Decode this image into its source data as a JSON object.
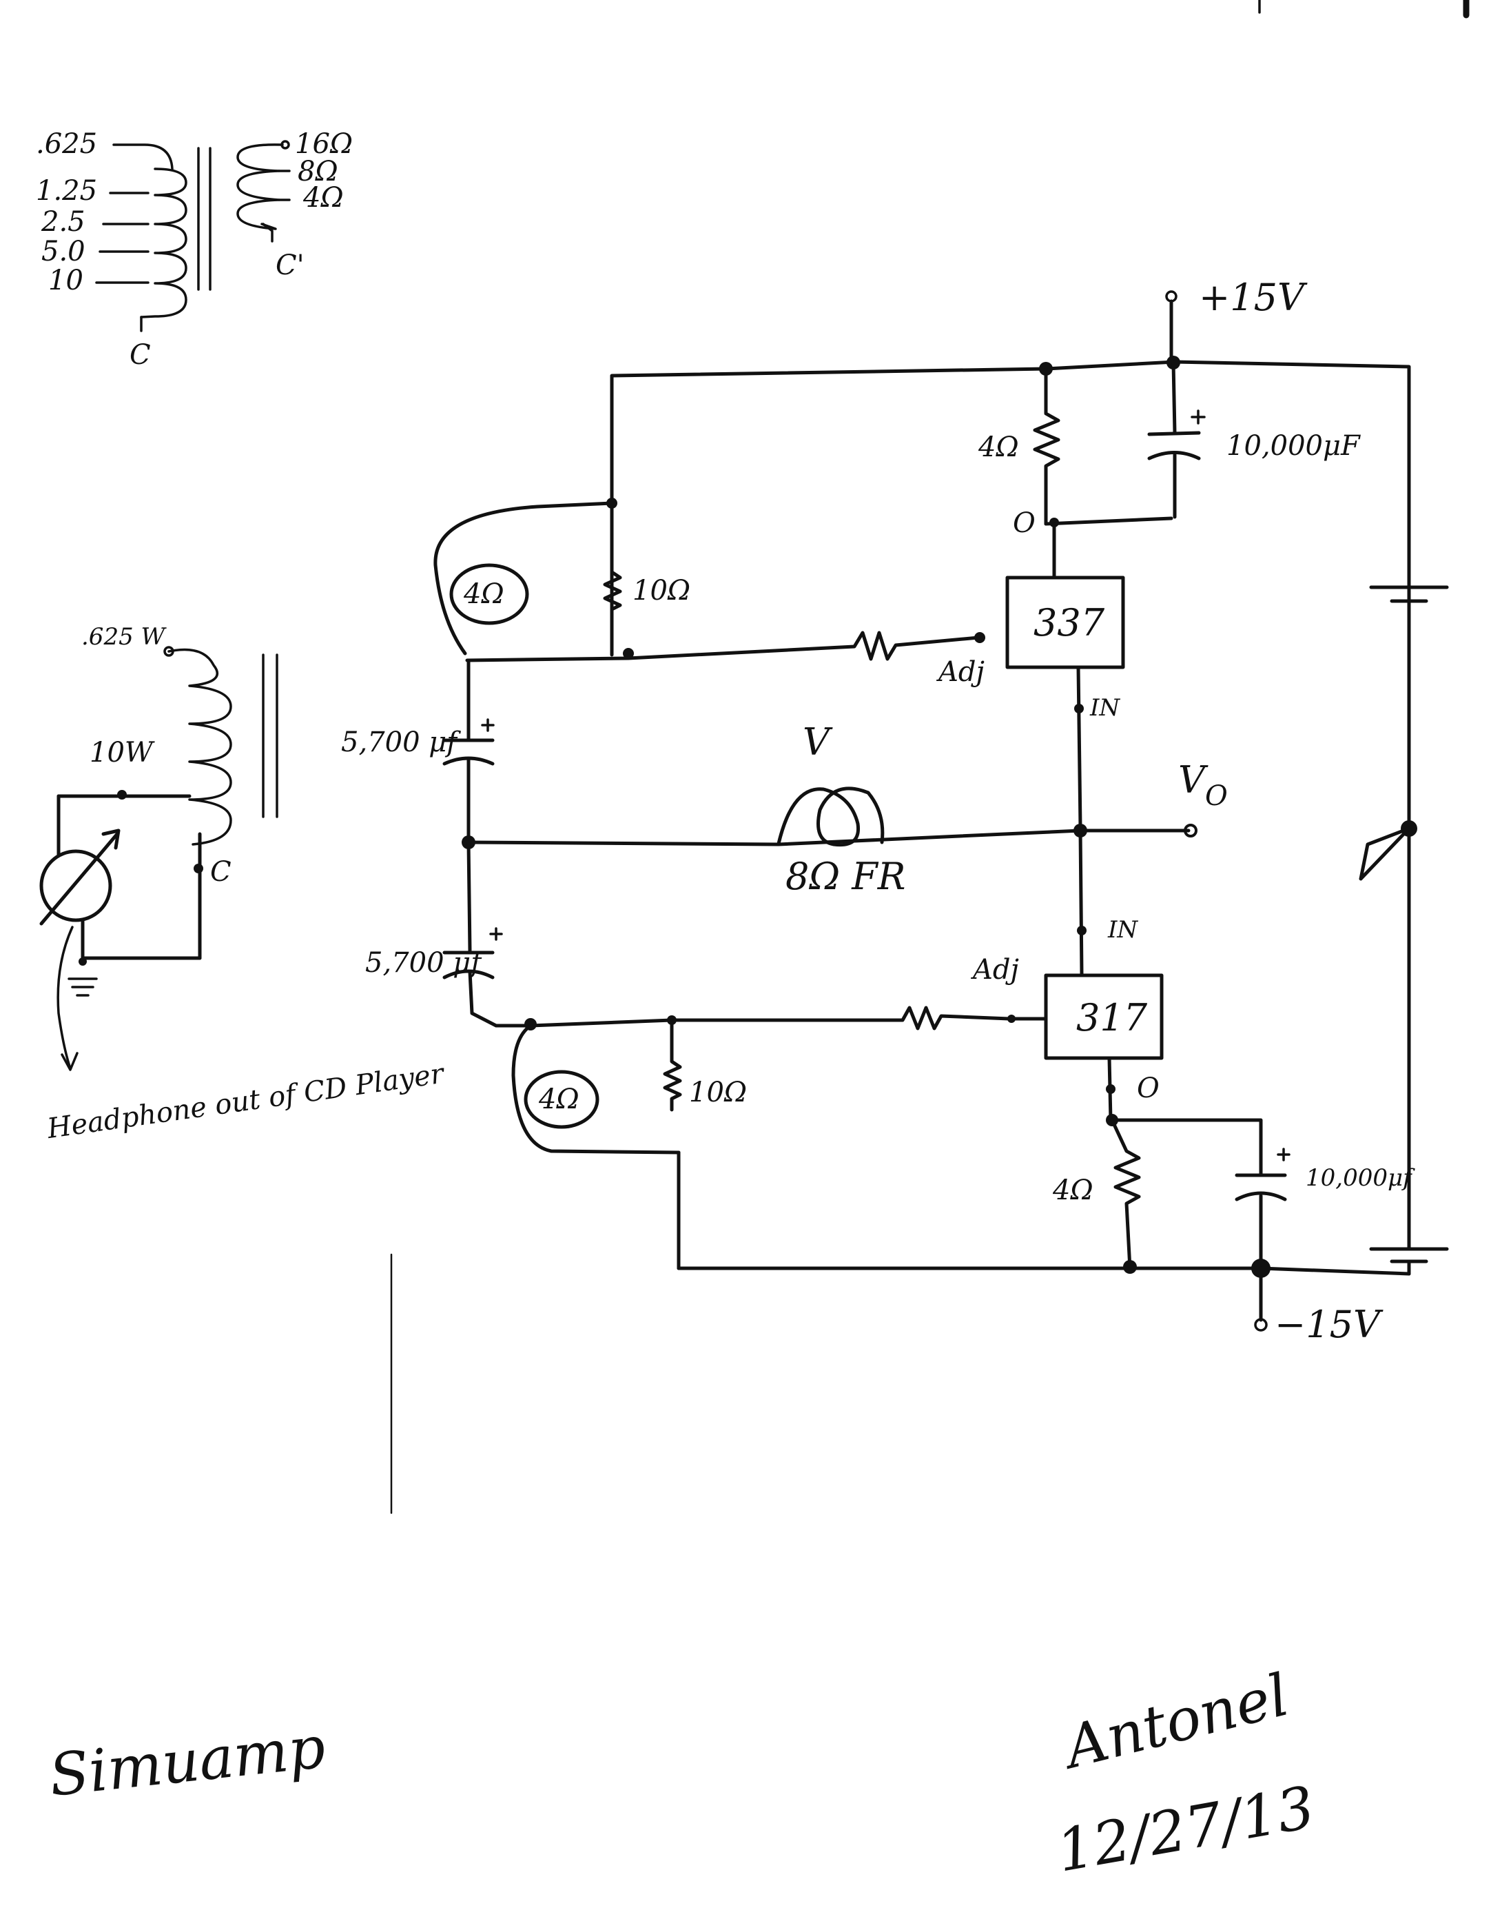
{
  "transformer_1": {
    "primary_taps": [
      ".625",
      "1.25",
      "2.5",
      "5.0",
      "10"
    ],
    "primary_common": "C",
    "secondary_taps": [
      "16Ω",
      "8Ω",
      "4Ω"
    ],
    "secondary_common": "C'"
  },
  "transformer_2": {
    "top_tap": ".625 W",
    "mid_tap": "10W",
    "common": "C",
    "source_label": "Headphone out of CD Player"
  },
  "power": {
    "positive_rail": "+15V",
    "negative_rail": "−15V"
  },
  "upper_section": {
    "resistor_top": "4Ω",
    "capacitor": "10,000μF",
    "pin_out": "O",
    "regulator": "337",
    "adj_label": "Adj",
    "in_label": "IN",
    "coil": "4Ω",
    "resistor_bias": "10Ω",
    "coupling_cap": "5,700 μf"
  },
  "lower_section": {
    "resistor_bottom": "4Ω",
    "capacitor": "10,000μf",
    "pin_out": "O",
    "regulator": "317",
    "adj_label": "Adj",
    "in_label": "IN",
    "coil": "4Ω",
    "resistor_bias": "10Ω",
    "coupling_cap": "5,700 μf"
  },
  "load": {
    "speaker_symbol": "V",
    "speaker_label": "8Ω FR",
    "output_label": "V",
    "output_subscript": "O"
  },
  "footer": {
    "title": "Simuamp",
    "signature": "Antonel",
    "date": "12/27/13"
  }
}
